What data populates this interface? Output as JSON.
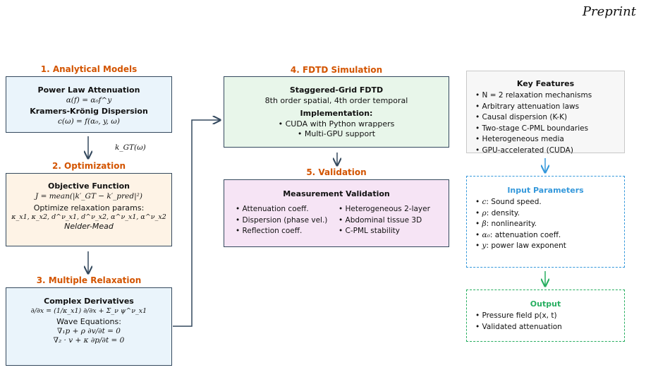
{
  "header": {
    "preprint": "Preprint"
  },
  "sections": {
    "s1": {
      "title": "1. Analytical Models",
      "h1": "Power Law Attenuation",
      "eq1": "α(f) = α₀f^y",
      "h2": "Kramers-Krönig Dispersion",
      "eq2": "c(ω) = f(α₀, y, ω)"
    },
    "link_label": "k_GT(ω)",
    "s2": {
      "title": "2. Optimization",
      "h1": "Objective Function",
      "eq1": "J = mean(|k′_GT − k′_pred|²)",
      "line1": "Optimize relaxation params:",
      "params": "κ_x1, κ_x2, d^ν_x1, d^ν_x2, α^ν_x1, α^ν_x2",
      "method": "Nelder-Mead"
    },
    "s3": {
      "title": "3. Multiple Relaxation",
      "h1": "Complex Derivatives",
      "eq1": "∂/∂x = (1/κ_x1) ∂/∂x + Σ_ν ψ^ν_x1",
      "h2": "Wave Equations:",
      "eq2": "∇₁p + ρ ∂v/∂t = 0",
      "eq3": "∇₂ · v + κ ∂p/∂t = 0"
    },
    "s4": {
      "title": "4. FDTD Simulation",
      "h1": "Staggered-Grid FDTD",
      "line1": "8th order spatial, 4th order temporal",
      "h2": "Implementation:",
      "items": [
        "CUDA with Python wrappers",
        "Multi-GPU support"
      ]
    },
    "s5": {
      "title": "5. Validation",
      "h1": "Measurement Validation",
      "col1": [
        "Attenuation coeff.",
        "Dispersion (phase vel.)",
        "Reflection coeff."
      ],
      "col2": [
        "Heterogeneous 2-layer",
        "Abdominal tissue 3D",
        "C-PML stability"
      ]
    }
  },
  "key_features": {
    "title": "Key Features",
    "items": [
      "N = 2 relaxation mechanisms",
      "Arbitrary attenuation laws",
      "Causal dispersion (K-K)",
      "Two-stage C-PML boundaries",
      "Heterogeneous media",
      "GPU-accelerated (CUDA)"
    ]
  },
  "input_params": {
    "title": "Input Parameters",
    "items": [
      {
        "sym": "c",
        "desc": ": Sound speed."
      },
      {
        "sym": "ρ",
        "desc": ": density."
      },
      {
        "sym": "β",
        "desc": ": nonlinearity."
      },
      {
        "sym": "α₀",
        "desc": ": attenuation coeff."
      },
      {
        "sym": "y",
        "desc": ": power law exponent"
      }
    ]
  },
  "output": {
    "title": "Output",
    "items": [
      "Pressure field p(x, t)",
      "Validated attenuation"
    ]
  },
  "colors": {
    "section_title": "#d35400",
    "border": "#34495e",
    "input_accent": "#3498db",
    "output_accent": "#27ae60"
  }
}
